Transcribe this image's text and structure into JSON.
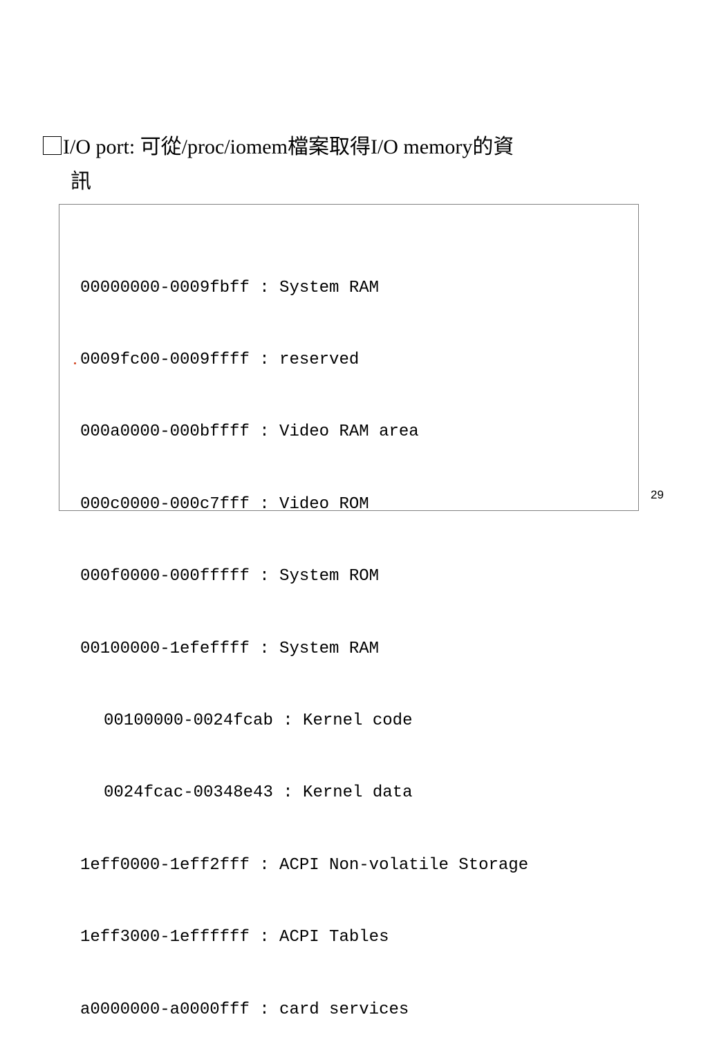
{
  "slide": {
    "bullet_line1": "I/O port: 可從/proc/iomem檔案取得I/O memory的資",
    "bullet_line2": "訊",
    "page_number": "29"
  },
  "iomem_lines": [
    {
      "text": "00000000-0009fbff : System RAM",
      "indent": false
    },
    {
      "text": "0009fc00-0009ffff : reserved",
      "indent": false
    },
    {
      "text": "000a0000-000bffff : Video RAM area",
      "indent": false
    },
    {
      "text": "000c0000-000c7fff : Video ROM",
      "indent": false
    },
    {
      "text": "000f0000-000fffff : System ROM",
      "indent": false
    },
    {
      "text": "00100000-1efeffff : System RAM",
      "indent": false
    },
    {
      "text": "00100000-0024fcab : Kernel code",
      "indent": true
    },
    {
      "text": "0024fcac-00348e43 : Kernel data",
      "indent": true
    },
    {
      "text": "1eff0000-1eff2fff : ACPI Non-volatile Storage",
      "indent": false
    },
    {
      "text": "1eff3000-1effffff : ACPI Tables",
      "indent": false
    },
    {
      "text": "a0000000-a0000fff : card services",
      "indent": false
    }
  ],
  "colors": {
    "text": "#000000",
    "panel_border": "#808080",
    "marker": "#d0411d"
  },
  "icons": {
    "bullet": "square-bullet-icon"
  }
}
